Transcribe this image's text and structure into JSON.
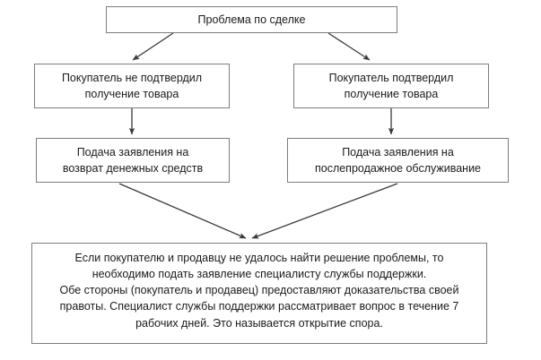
{
  "diagram": {
    "title_semantic": "transaction-problem-flowchart",
    "colors": {
      "box_border": "#7d7d7d",
      "box_fill": "#ffffff",
      "connector": "#3a3a3a",
      "text": "#1a1a1a",
      "page_background": "#ffffff"
    },
    "nodes": {
      "root": {
        "id": "problem-with-transaction",
        "lines": [
          "Проблема по сделке"
        ]
      },
      "not_confirmed": {
        "id": "buyer-did-not-confirm-receipt",
        "lines": [
          "Покупатель не подтвердил",
          "получение товара"
        ]
      },
      "confirmed": {
        "id": "buyer-confirmed-receipt",
        "lines": [
          "Покупатель подтвердил",
          "получение товара"
        ]
      },
      "refund": {
        "id": "refund-application",
        "lines": [
          "Подача заявления на",
          "возврат денежных средств"
        ]
      },
      "aftersale": {
        "id": "aftersale-service-application",
        "lines": [
          "Подача заявления на",
          "послепродажное обслуживание"
        ]
      },
      "dispute": {
        "id": "dispute-opening-description",
        "lines": [
          "Если покупателю и продавцу не удалось найти решение проблемы, то",
          "необходимо подать заявление специалисту службы поддержки.",
          "Обе стороны (покупатель и продавец) предоставляют доказательства своей",
          "правоты. Специалист службы поддержки рассматривает вопрос в течение 7",
          "рабочих дней. Это называется открытие спора."
        ]
      }
    },
    "connectors": [
      {
        "id": "root-to-not-confirmed",
        "from": "root",
        "to": "not_confirmed",
        "kind": "diagonal-arrow"
      },
      {
        "id": "root-to-confirmed",
        "from": "root",
        "to": "confirmed",
        "kind": "diagonal-arrow"
      },
      {
        "id": "not-confirmed-to-refund",
        "from": "not_confirmed",
        "to": "refund",
        "kind": "vertical-arrow"
      },
      {
        "id": "confirmed-to-aftersale",
        "from": "confirmed",
        "to": "aftersale",
        "kind": "vertical-arrow"
      },
      {
        "id": "refund-to-dispute",
        "from": "refund",
        "to": "dispute",
        "kind": "diagonal-arrow"
      },
      {
        "id": "aftersale-to-dispute",
        "from": "aftersale",
        "to": "dispute",
        "kind": "diagonal-arrow"
      }
    ]
  }
}
